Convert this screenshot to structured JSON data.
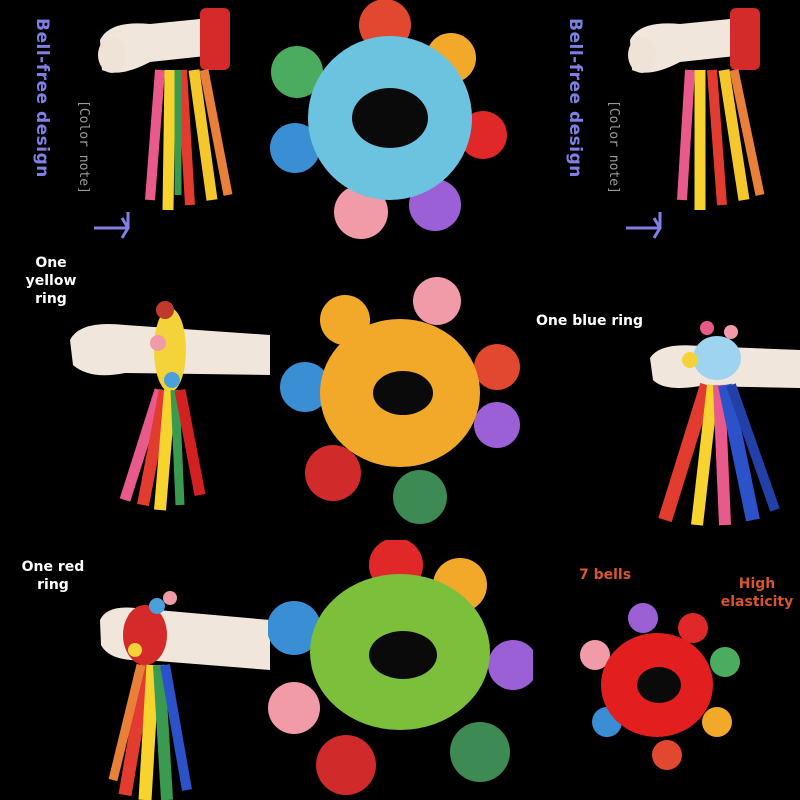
{
  "labels": {
    "bell_free_design": "Bell-free design",
    "color_note": "[Color note]",
    "one_yellow_ring": "One\nyellow\nring",
    "one_blue_ring": "One blue ring",
    "one_red_ring": "One red\nring",
    "seven_bells": "7 bells",
    "high_elasticity": "High\nelasticity"
  },
  "colors": {
    "background": "#000000",
    "bell_free_text": "#7f7fe6",
    "accent_text": "#d9552f",
    "ring_blue": "#6cc3e0",
    "ring_yellow": "#f2a92a",
    "ring_green": "#7cbf3a",
    "ring_red": "#e21e1e",
    "wristband_red": "#d42a2a"
  },
  "icons": [
    "arrow-up-right-icon"
  ]
}
